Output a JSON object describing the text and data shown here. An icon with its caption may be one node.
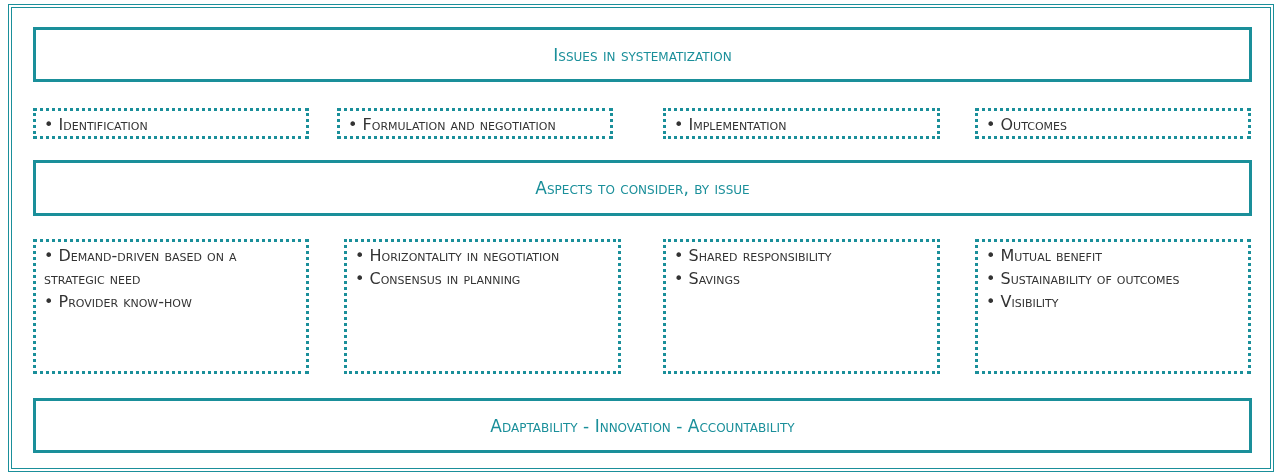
{
  "diagram": {
    "nodes": [
      {
        "text": [
          "Issues in systematization"
        ]
      },
      {
        "text": [
          "• Identification"
        ]
      },
      {
        "text": [
          "• Formulation and negotiation"
        ]
      },
      {
        "text": [
          "• Implementation"
        ]
      },
      {
        "text": [
          "• Outcomes"
        ]
      },
      {
        "text": [
          "Aspects to consider, by issue"
        ]
      },
      {
        "text": [
          "• Demand-driven based on a strategic need",
          "• Provider know-how"
        ]
      },
      {
        "text": [
          "• Horizontality in negotiation",
          "• Consensus in planning"
        ]
      },
      {
        "text": [
          "• Shared responsibility",
          "• Savings"
        ]
      },
      {
        "text": [
          "• Mutual benefit",
          "• Sustainability of outcomes",
          "• Visibility"
        ]
      },
      {
        "text": [
          "Adaptability - Innovation - Accountability"
        ]
      }
    ],
    "edges": []
  }
}
